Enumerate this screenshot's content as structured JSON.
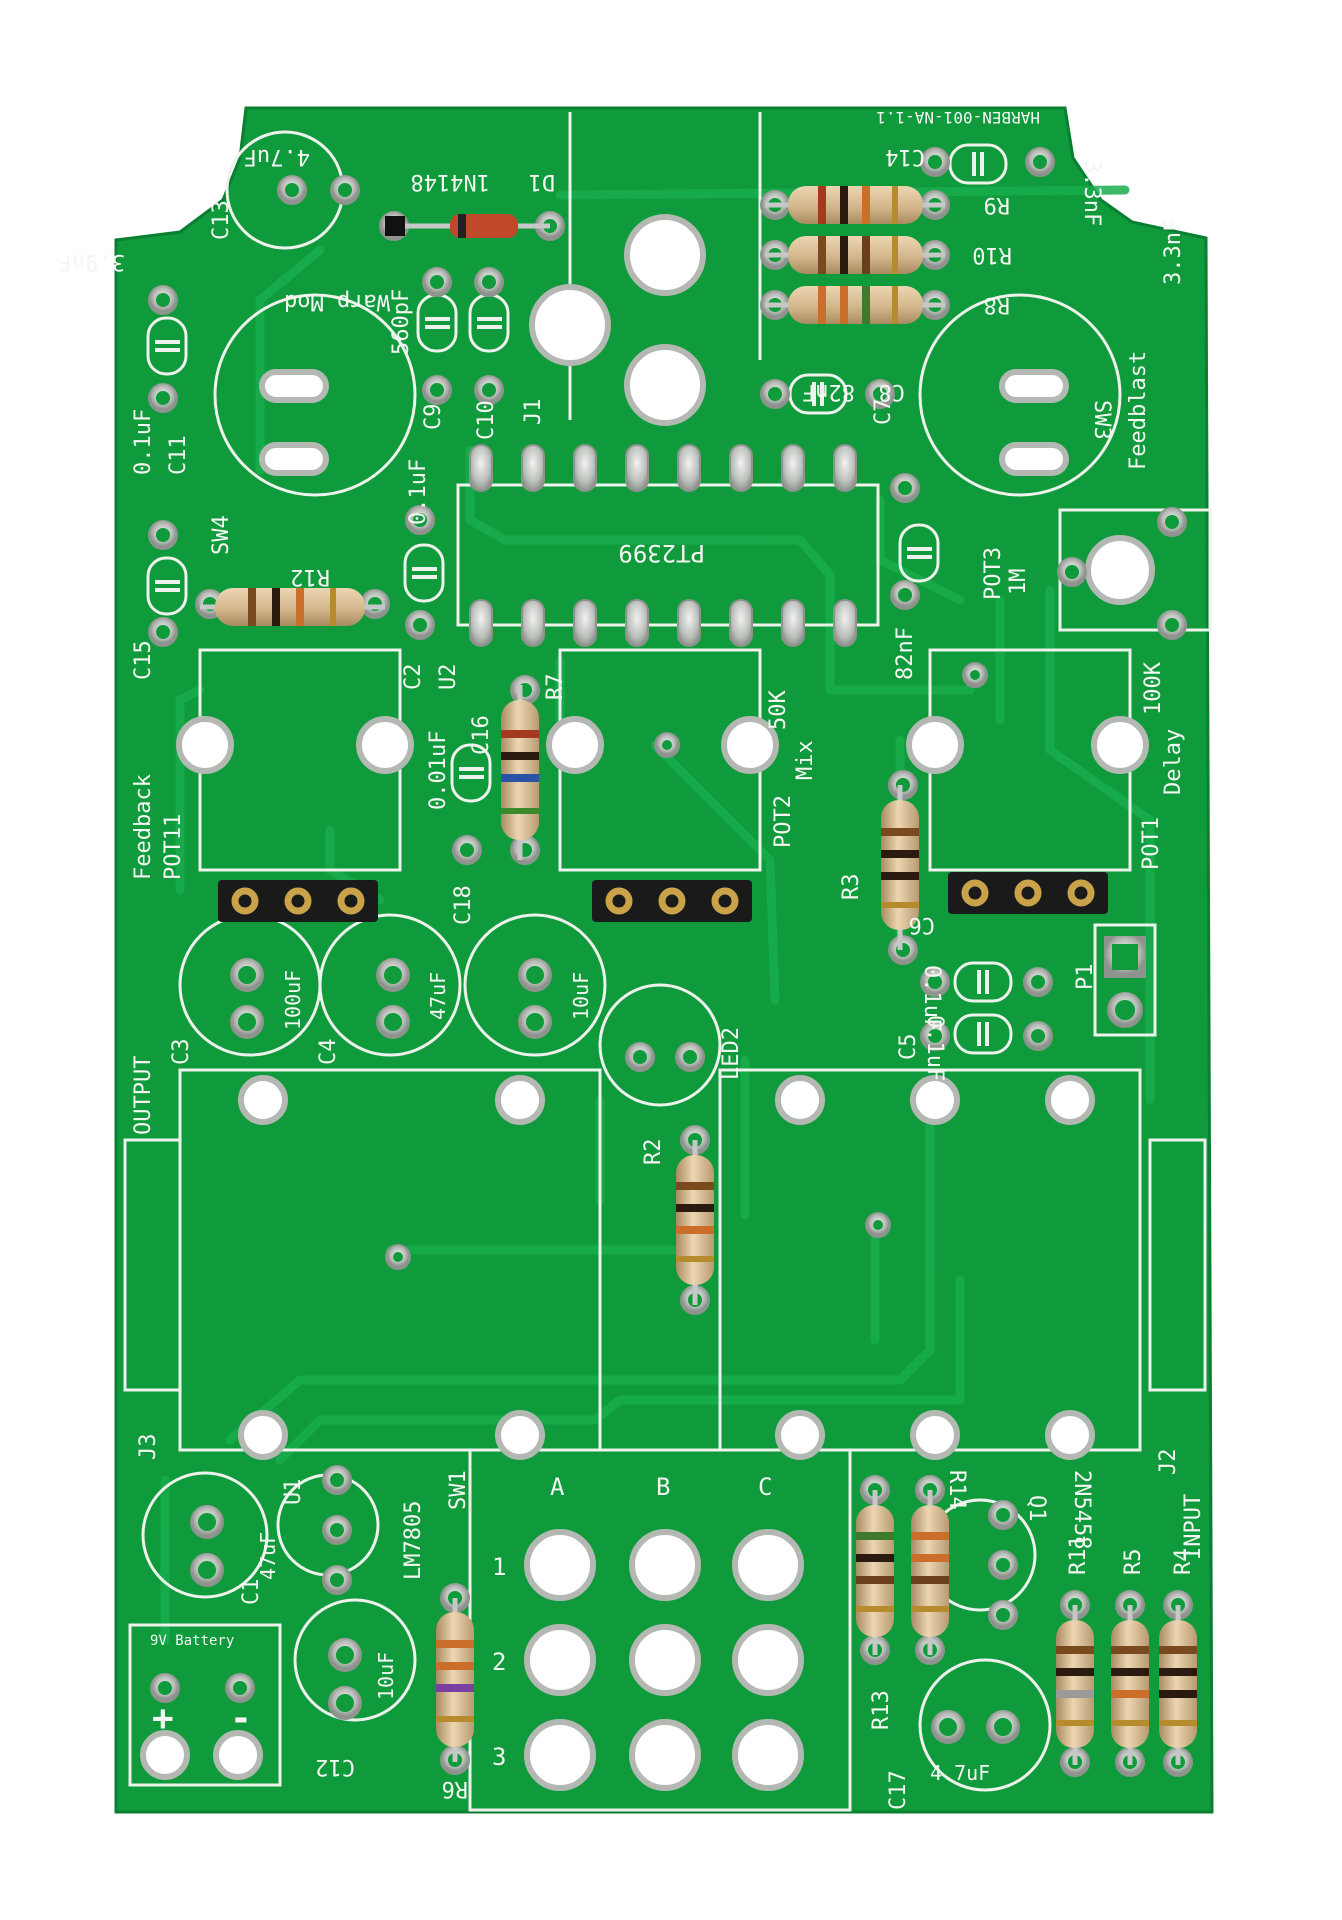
{
  "board": {
    "revision": "HARBEN-001-NA-1.1",
    "colors": {
      "solder_mask": "#0f9a3c",
      "solder_mask_dark": "#0b7f31",
      "copper_trace": "#14a848",
      "silkscreen": "#f4f6f2",
      "pad": "#c9ccc8",
      "header_pin": "#caa24a",
      "resistor_body": "#dcc29c"
    },
    "labels": {
      "c13": "C13",
      "c13_val": "4.7uF",
      "d1": "D1",
      "d1_val": "1N4148",
      "c14": "C14",
      "c14_val": "3.3nF",
      "r9": "R9",
      "r10": "R10",
      "r8": "R8",
      "c11_val": "3.9nF",
      "c11": "C11",
      "c11_val2": "0.1uF",
      "warp_mod": "Warp Mod",
      "sw4": "SW4",
      "c9": "C9",
      "c9_val": "560pF",
      "c10": "C10",
      "j1": "J1",
      "c8": "C8",
      "c8_val": "82nF",
      "sw3": "SW3",
      "feedblast": "Feedblast",
      "c7": "C7",
      "c7_val": "82nF",
      "pt2399": "PT2399",
      "c2": "C2",
      "c2_val": "0.1uF",
      "u2": "U2",
      "r12": "R12",
      "c15": "C15",
      "pot3": "POT3",
      "pot3_val": "1M",
      "c16": "C16",
      "c16_val": "0.01uF",
      "r7": "R7",
      "pot2": "POT2",
      "mix": "Mix",
      "pot2_val": "50K",
      "pot1": "POT1",
      "delay": "Delay",
      "pot1_val": "100K",
      "feedback": "Feedback",
      "pot11": "POT11",
      "r3": "R3",
      "c6": "C6",
      "c6_val": "0.1uF",
      "c5": "C5",
      "c5_val": "0.1uF",
      "p1": "P1",
      "c3": "C3",
      "c3_val": "100uF",
      "c4": "C4",
      "c4_val": "47uF",
      "c18": "C18",
      "c18_val": "10uF",
      "led2": "LED2",
      "r2": "R2",
      "output": "OUTPUT",
      "input": "INPUT",
      "j3": "J3",
      "j2": "J2",
      "u1": "U1",
      "lm7805": "LM7805",
      "c1": "C1",
      "c1_val": "47uF",
      "sw1": "SW1",
      "col_a": "A",
      "col_b": "B",
      "col_c": "C",
      "row_1": "1",
      "row_2": "2",
      "row_3": "3",
      "r14": "R14",
      "q1": "Q1",
      "q1_val": "2N5458",
      "r11": "R11",
      "r5": "R5",
      "r4": "R4",
      "r13": "R13",
      "c17": "C17",
      "c17_val": "4.7uF",
      "c12": "C12",
      "c12_val": "10uF",
      "r6": "R6",
      "battery": "9V Battery",
      "plus": "+",
      "minus": "-"
    }
  }
}
